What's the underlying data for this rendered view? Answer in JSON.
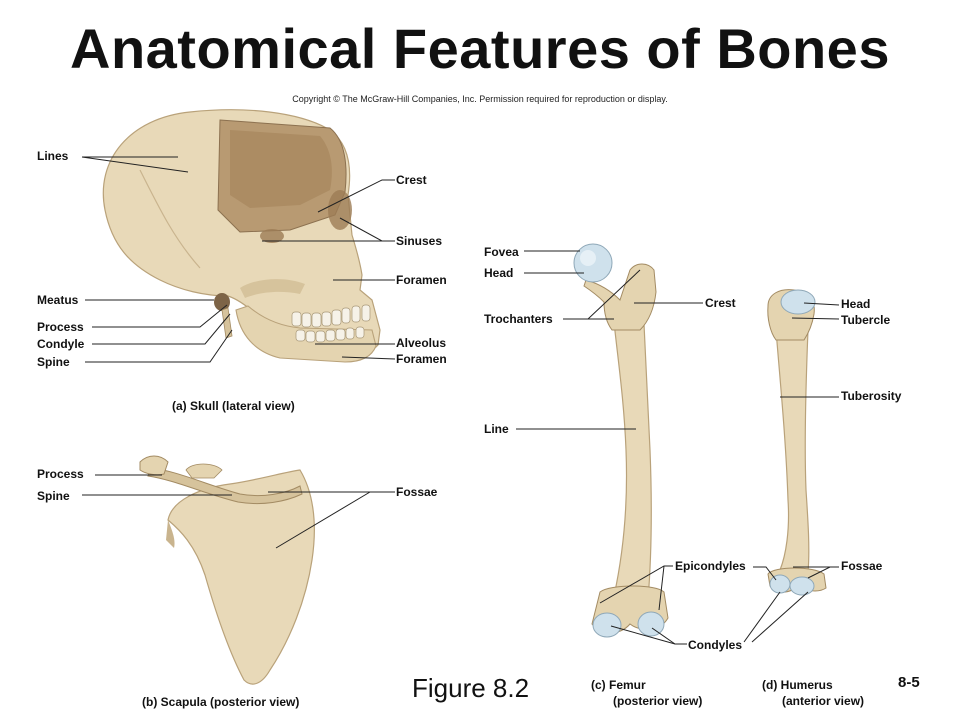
{
  "title": "Anatomical Features of Bones",
  "copyright": "Copyright © The McGraw-Hill Companies, Inc. Permission required for reproduction or display.",
  "skull": {
    "lines": "Lines",
    "crest": "Crest",
    "sinuses": "Sinuses",
    "foramen_upper": "Foramen",
    "meatus": "Meatus",
    "process": "Process",
    "condyle": "Condyle",
    "spine": "Spine",
    "alveolus": "Alveolus",
    "foramen_lower": "Foramen",
    "caption": "(a)  Skull (lateral view)"
  },
  "scapula": {
    "process": "Process",
    "spine": "Spine",
    "fossae": "Fossae",
    "caption": "(b)  Scapula (posterior view)"
  },
  "femur": {
    "fovea": "Fovea",
    "head": "Head",
    "trochanters": "Trochanters",
    "crest": "Crest",
    "line": "Line",
    "epicondyles": "Epicondyles",
    "condyles": "Condyles",
    "caption_line1": "(c) Femur",
    "caption_line2": "(posterior view)"
  },
  "humerus": {
    "head": "Head",
    "tubercle": "Tubercle",
    "tuberosity": "Tuberosity",
    "fossae": "Fossae",
    "caption_line1": "(d) Humerus",
    "caption_line2": "(anterior view)"
  },
  "figure_label": "Figure 8.2",
  "page_number": "8-5",
  "colors": {
    "bone": "#e8d9b8",
    "bone_shadow": "#c9b48e",
    "cartilage": "#cfe1ec",
    "interior": "#b89a72"
  }
}
